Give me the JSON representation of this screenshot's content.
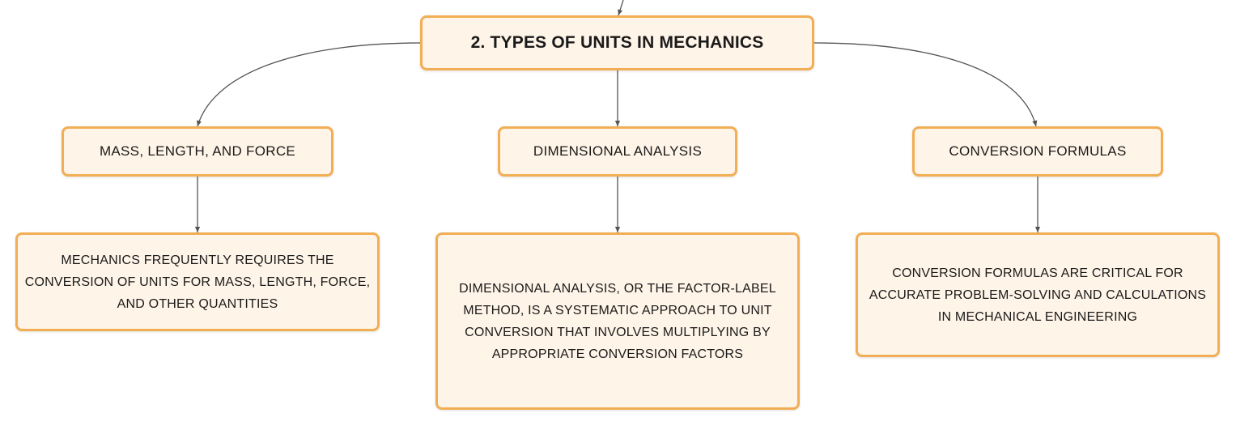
{
  "root": {
    "label": "2. TYPES OF UNITS IN MECHANICS"
  },
  "branches": [
    {
      "label": "MASS, LENGTH, AND FORCE",
      "detail": "MECHANICS FREQUENTLY REQUIRES THE CONVERSION OF UNITS FOR MASS, LENGTH, FORCE, AND OTHER QUANTITIES"
    },
    {
      "label": "DIMENSIONAL ANALYSIS",
      "detail": "DIMENSIONAL ANALYSIS, OR THE FACTOR-LABEL METHOD, IS A SYSTEMATIC APPROACH TO UNIT CONVERSION THAT INVOLVES MULTIPLYING BY APPROPRIATE CONVERSION FACTORS"
    },
    {
      "label": "CONVERSION FORMULAS",
      "detail": "CONVERSION FORMULAS ARE CRITICAL FOR ACCURATE PROBLEM-SOLVING AND CALCULATIONS IN MECHANICAL ENGINEERING"
    }
  ],
  "colors": {
    "node_fill": "#fff4e8",
    "node_border": "#f2ae55",
    "connector": "#555555",
    "text": "#1a1a1a"
  }
}
